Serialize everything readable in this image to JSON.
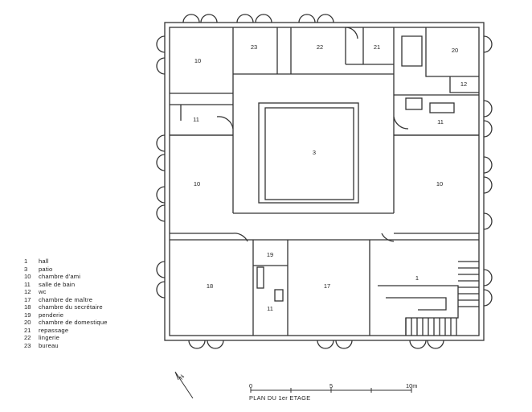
{
  "legend": [
    {
      "num": "1",
      "text": "hall"
    },
    {
      "num": "3",
      "text": "patio"
    },
    {
      "num": "10",
      "text": "chambre d'ami"
    },
    {
      "num": "11",
      "text": "salle de bain"
    },
    {
      "num": "12",
      "text": "wc"
    },
    {
      "num": "17",
      "text": "chambre de maître"
    },
    {
      "num": "18",
      "text": "chambre du secrétaire"
    },
    {
      "num": "19",
      "text": "penderie"
    },
    {
      "num": "20",
      "text": "chambre de domestique"
    },
    {
      "num": "21",
      "text": "repassage"
    },
    {
      "num": "22",
      "text": "lingerie"
    },
    {
      "num": "23",
      "text": "bureau"
    }
  ],
  "rooms": {
    "r10a": "10",
    "r23": "23",
    "r22": "22",
    "r21": "21",
    "r20": "20",
    "r12": "12",
    "r11a": "11",
    "r11b": "11",
    "r3": "3",
    "r10b": "10",
    "r10c": "10",
    "r19": "19",
    "r18": "18",
    "r11c": "11",
    "r17": "17",
    "r1": "1"
  },
  "north_label": "N",
  "scale": {
    "title": "PLAN DU 1er ETAGE",
    "ticks": [
      "0",
      "5",
      "10m"
    ]
  }
}
